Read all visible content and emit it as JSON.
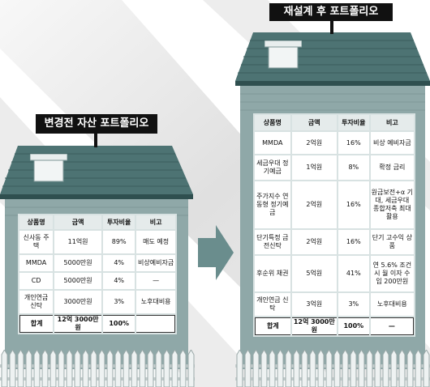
{
  "before": {
    "title": "변경전 자산 포트폴리오",
    "headers": [
      "상품명",
      "금액",
      "투자비율",
      "비고"
    ],
    "rows": [
      [
        "신사동 주택",
        "11억원",
        "89%",
        "매도 예정"
      ],
      [
        "MMDA",
        "5000만원",
        "4%",
        "비상예비자금"
      ],
      [
        "CD",
        "5000만원",
        "4%",
        "—"
      ],
      [
        "개인연금 신탁",
        "3000만원",
        "3%",
        "노후대비용"
      ]
    ],
    "total": [
      "합계",
      "12억 3000만원",
      "100%",
      ""
    ]
  },
  "after": {
    "title": "재설계 후 포트폴리오",
    "headers": [
      "상품명",
      "금액",
      "투자비율",
      "비고"
    ],
    "rows": [
      [
        "MMDA",
        "2억원",
        "16%",
        "비상 예비자금"
      ],
      [
        "세금우대 정기예금",
        "1억원",
        "8%",
        "확정 금리"
      ],
      [
        "주가지수 연동형 정기예금",
        "2억원",
        "16%",
        "원금보전+α 기대, 세금우대 종합저축 최대활용"
      ],
      [
        "단기특정 금전신탁",
        "2억원",
        "16%",
        "단기 고수익 상품"
      ],
      [
        "후순위 채권",
        "5억원",
        "41%",
        "연 5.6% 조건시 월 이자 수입 200만원"
      ],
      [
        "개인연금 신탁",
        "3억원",
        "3%",
        "노후대비용"
      ]
    ],
    "total": [
      "합계",
      "12억 3000만원",
      "100%",
      "—"
    ]
  },
  "colors": {
    "roof": "#4d7373",
    "wall": "#8fa8a8",
    "table_bg": "#d8e2e2",
    "arrow": "#6a8d8d",
    "fence": "#9aa8a8",
    "label": "#111111"
  },
  "icons": [
    "house-icon",
    "chimney-icon",
    "arrow-right-icon",
    "fence-icon"
  ]
}
